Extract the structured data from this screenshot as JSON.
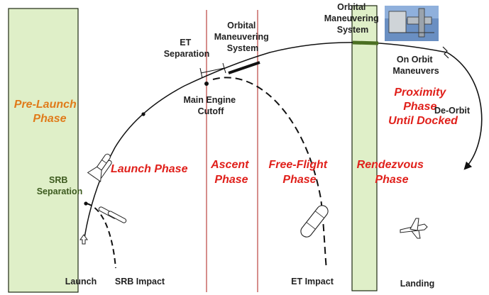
{
  "colors": {
    "phase_band_fill": "#dfefc8",
    "phase_band_stroke": "#1e2a12",
    "phase_divider": "#c0504d",
    "phase_label_red": "#e0201b",
    "phase_label_orange": "#e07b1a",
    "event_label": "#222222",
    "srb_label": "#3c5a1e"
  },
  "phases": {
    "pre_launch": [
      "Pre-Launch",
      "Phase"
    ],
    "launch": "Launch Phase",
    "ascent": [
      "Ascent",
      "Phase"
    ],
    "free_flight": [
      "Free-Flight",
      "Phase"
    ],
    "rendezvous": [
      "Rendezvous",
      "Phase"
    ],
    "proximity": [
      "Proximity",
      "Phase",
      "Until Docked"
    ]
  },
  "events": {
    "srb_separation": [
      "SRB",
      "Separation"
    ],
    "et_separation": [
      "ET",
      "Separation"
    ],
    "main_engine_cutoff": [
      "Main Engine",
      "Cutoff"
    ],
    "oms_1": [
      "Orbital",
      "Maneuvering",
      "System"
    ],
    "oms_2": [
      "Orbital",
      "Maneuvering",
      "System"
    ],
    "on_orbit": [
      "On Orbit",
      "Maneuvers"
    ],
    "de_orbit": "De-Orbit",
    "launch": "Launch",
    "srb_impact": "SRB Impact",
    "et_impact": "ET Impact",
    "landing": "Landing"
  },
  "icons": [
    "space-station-photo",
    "shuttle-ascending-icon",
    "srb-boosters-icon",
    "external-tank-icon",
    "shuttle-landing-icon",
    "launch-pad-arrow-icon"
  ]
}
